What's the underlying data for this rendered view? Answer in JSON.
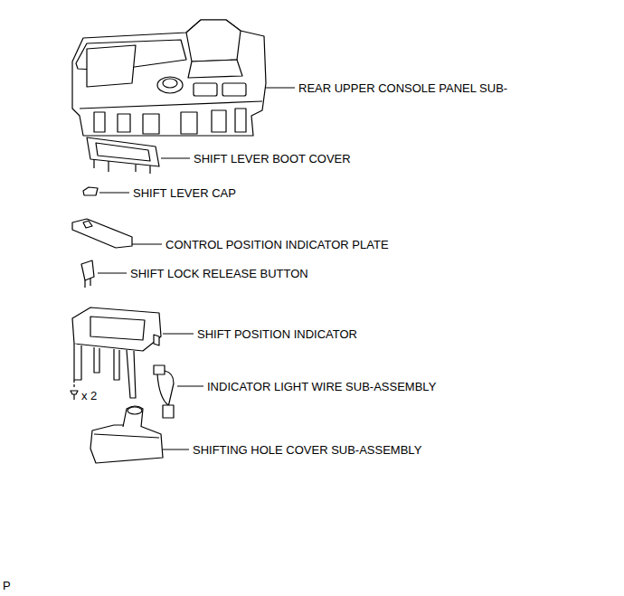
{
  "diagram": {
    "labels": [
      "REAR UPPER CONSOLE PANEL SUB-",
      "SHIFT LEVER BOOT COVER",
      "SHIFT LEVER CAP",
      "CONTROL POSITION INDICATOR PLATE",
      "SHIFT LOCK RELEASE BUTTON",
      "SHIFT POSITION INDICATOR",
      "INDICATOR LIGHT WIRE SUB-ASSEMBLY",
      "x 2",
      "SHIFTING HOLE COVER SUB-ASSEMBLY",
      "P"
    ]
  }
}
